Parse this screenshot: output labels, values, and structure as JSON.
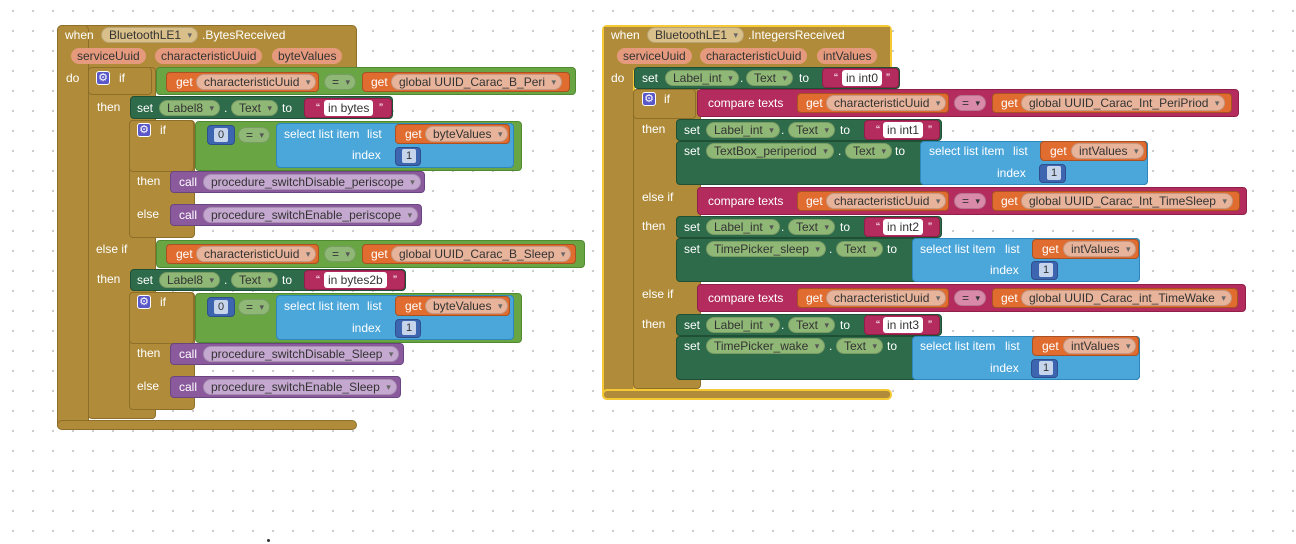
{
  "left_event": {
    "when": "when",
    "component": "BluetoothLE1",
    "event": ".BytesReceived",
    "params": [
      "serviceUuid",
      "characteristicUuid",
      "byteValues"
    ],
    "do": "do",
    "if": "if",
    "then": "then",
    "else_if": "else if",
    "else": "else",
    "get": "get",
    "set": "set",
    "to": "to",
    "call": "call",
    "dot": ".",
    "eq": "=",
    "select_list_item": "select list item",
    "list": "list",
    "index": "index",
    "index_value": "1",
    "zero": "0",
    "char_uuid": "characteristicUuid",
    "byte_values": "byteValues",
    "global_peri": "global UUID_Carac_B_Peri",
    "global_sleep": "global UUID_Carac_B_Sleep",
    "label8": "Label8",
    "text_prop": "Text",
    "str_bytes": "in bytes",
    "str_bytes2b": "in bytes2b",
    "proc_disable_peri": "procedure_switchDisable_periscope",
    "proc_enable_peri": "procedure_switchEnable_periscope",
    "proc_disable_sleep": "procedure_switchDisable_Sleep",
    "proc_enable_sleep": "procedure_switchEnable_Sleep"
  },
  "right_event": {
    "when": "when",
    "component": "BluetoothLE1",
    "event": ".IntegersReceived",
    "params": [
      "serviceUuid",
      "characteristicUuid",
      "intValues"
    ],
    "do": "do",
    "if": "if",
    "then": "then",
    "else_if": "else if",
    "get": "get",
    "set": "set",
    "to": "to",
    "dot": ".",
    "eq": "=",
    "compare_texts": "compare texts",
    "select_list_item": "select list item",
    "list": "list",
    "index": "index",
    "index_value": "1",
    "char_uuid": "characteristicUuid",
    "int_values": "intValues",
    "label_int": "Label_int",
    "text_prop": "Text",
    "textbox": "TextBox_periperiod",
    "timepicker_sleep": "TimePicker_sleep",
    "timepicker_wake": "TimePicker_wake",
    "str_int0": "in int0",
    "str_int1": "in int1",
    "str_int2": "in int2",
    "str_int3": "in int3",
    "global_peri": "global UUID_Carac_Int_PeriPriod",
    "global_sleep": "global UUID_Carac_Int_TimeSleep",
    "global_wake": "global UUID_Carac_int_TimeWake"
  },
  "colors": {
    "event": "#b08c3a",
    "get": "#e06c2f",
    "logic": "#6aa544",
    "setter": "#2d6b4a",
    "list": "#4ba6da",
    "text": "#b42c5d",
    "procedure": "#8a5a9d",
    "math": "#3e66b0",
    "selection": "#f6c934"
  },
  "icons": {
    "mutator": "gear-icon",
    "dropdown": "chevron-down-icon"
  }
}
